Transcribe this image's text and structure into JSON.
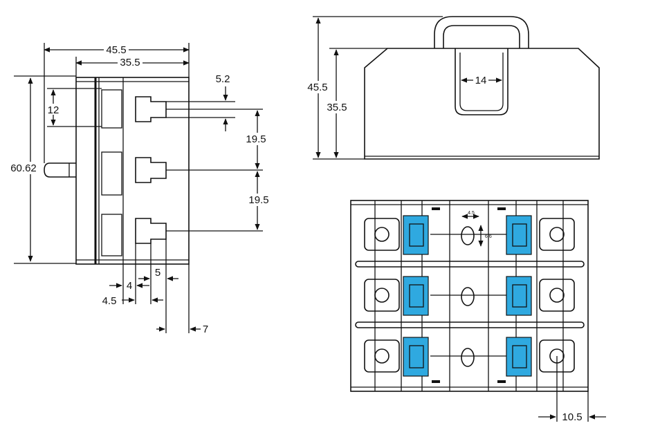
{
  "side_view": {
    "width_overall": "45.5",
    "width_body": "35.5",
    "terminal_offset": "5.2",
    "top_offset": "12",
    "height_overall": "60.62",
    "pitch_1": "19.5",
    "pitch_2": "19.5",
    "dim_4": "4",
    "dim_5": "5",
    "dim_4_5": "4.5",
    "dim_7": "7"
  },
  "front_view": {
    "height_overall": "45.5",
    "height_body": "35.5",
    "handle_width": "14"
  },
  "top_view": {
    "dim_4_5_small": "4.5",
    "dim_6_6_small": "6.6",
    "dim_10_5": "10.5"
  }
}
